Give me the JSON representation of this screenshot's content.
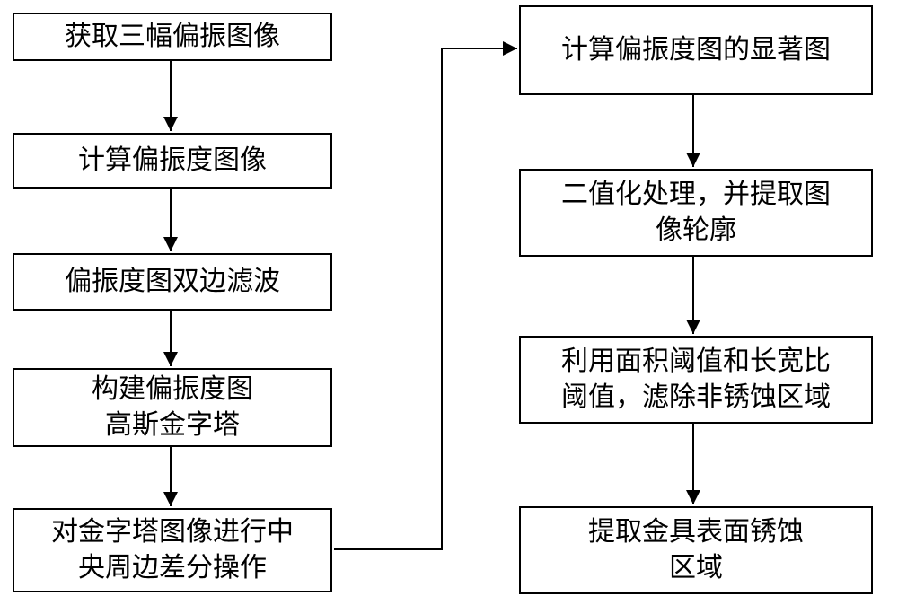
{
  "flowchart": {
    "steps": [
      {
        "lines": [
          "获取三幅偏振图像"
        ]
      },
      {
        "lines": [
          "计算偏振度图像"
        ]
      },
      {
        "lines": [
          "偏振度图双边滤波"
        ]
      },
      {
        "lines": [
          "构建偏振度图",
          "高斯金字塔"
        ]
      },
      {
        "lines": [
          "对金字塔图像进行中",
          "央周边差分操作"
        ]
      },
      {
        "lines": [
          "计算偏振度图的显著图"
        ]
      },
      {
        "lines": [
          "二值化处理，并提取图",
          "像轮廓"
        ]
      },
      {
        "lines": [
          "利用面积阈值和长宽比",
          "阈值，滤除非锈蚀区域"
        ]
      },
      {
        "lines": [
          "提取金具表面锈蚀",
          "区域"
        ]
      }
    ]
  }
}
